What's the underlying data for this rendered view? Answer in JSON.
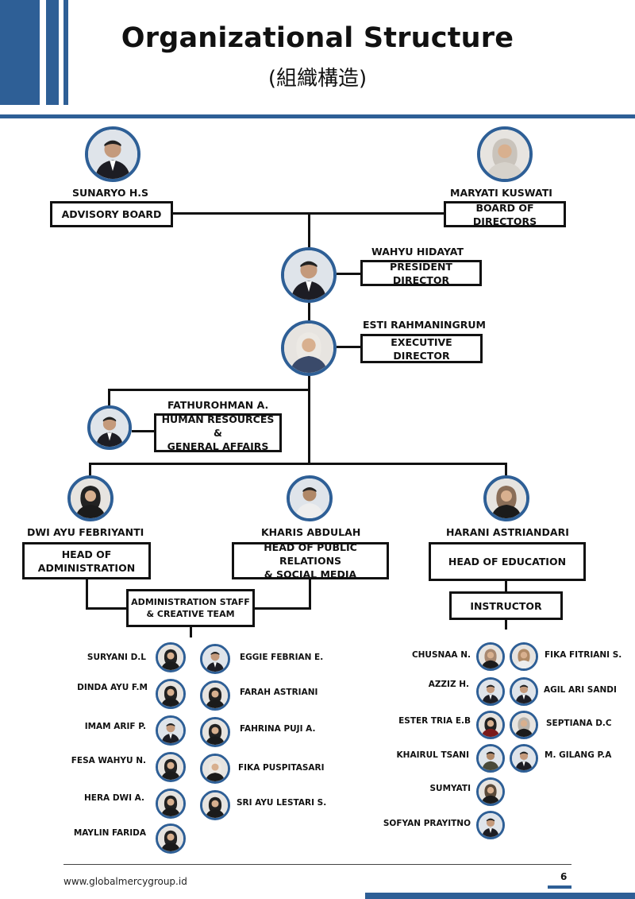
{
  "header": {
    "title": "Organizational Structure",
    "subtitle": "(組織構造)"
  },
  "colors": {
    "accent": "#2e5f96",
    "line": "#111111"
  },
  "leaders": {
    "advisory": {
      "name": "SUNARYO H.S",
      "role": "ADVISORY BOARD"
    },
    "board": {
      "name": "MARYATI KUSWATI",
      "role": "BOARD OF DIRECTORS"
    },
    "president": {
      "name": "WAHYU HIDAYAT",
      "role": "PRESIDENT DIRECTOR"
    },
    "executive": {
      "name": "ESTI RAHMANINGRUM",
      "role": "EXECUTIVE DIRECTOR"
    },
    "hr": {
      "name": "FATHUROHMAN A.",
      "role_line1": "HUMAN RESOURCES &",
      "role_line2": "GENERAL AFFAIRS"
    },
    "admin": {
      "name": "DWI AYU FEBRIYANTI",
      "role_line1": "HEAD OF",
      "role_line2": "ADMINISTRATION"
    },
    "pr": {
      "name": "KHARIS ABDULAH",
      "role_line1": "HEAD OF PUBLIC RELATIONS",
      "role_line2": "& SOCIAL MEDIA"
    },
    "education": {
      "name": "HARANI ASTRIANDARI",
      "role": "HEAD OF EDUCATION"
    }
  },
  "teams": {
    "admin_staff": {
      "line1": "ADMINISTRATION STAFF",
      "line2": "& CREATIVE TEAM"
    },
    "instructor": {
      "label": "INSTRUCTOR"
    }
  },
  "staff": {
    "left_col": [
      "SURYANI D.L",
      "DINDA AYU F.M",
      "IMAM ARIF P.",
      "FESA WAHYU N.",
      "HERA DWI A.",
      "MAYLIN FARIDA"
    ],
    "right_col": [
      "EGGIE FEBRIAN E.",
      "FARAH ASTRIANI",
      "FAHRINA PUJI A.",
      "FIKA PUSPITASARI",
      "SRI AYU LESTARI S."
    ]
  },
  "instructors": {
    "left_col": [
      "CHUSNAA N.",
      "AZZIZ H.",
      "ESTER TRIA E.B",
      "KHAIRUL TSANI",
      "SUMYATI",
      "SOFYAN PRAYITNO"
    ],
    "right_col": [
      "FIKA FITRIANI S.",
      "AGIL ARI SANDI",
      "SEPTIANA D.C",
      "M. GILANG P.A"
    ]
  },
  "footer": {
    "url": "www.globalmercygroup.id",
    "page": "6"
  }
}
